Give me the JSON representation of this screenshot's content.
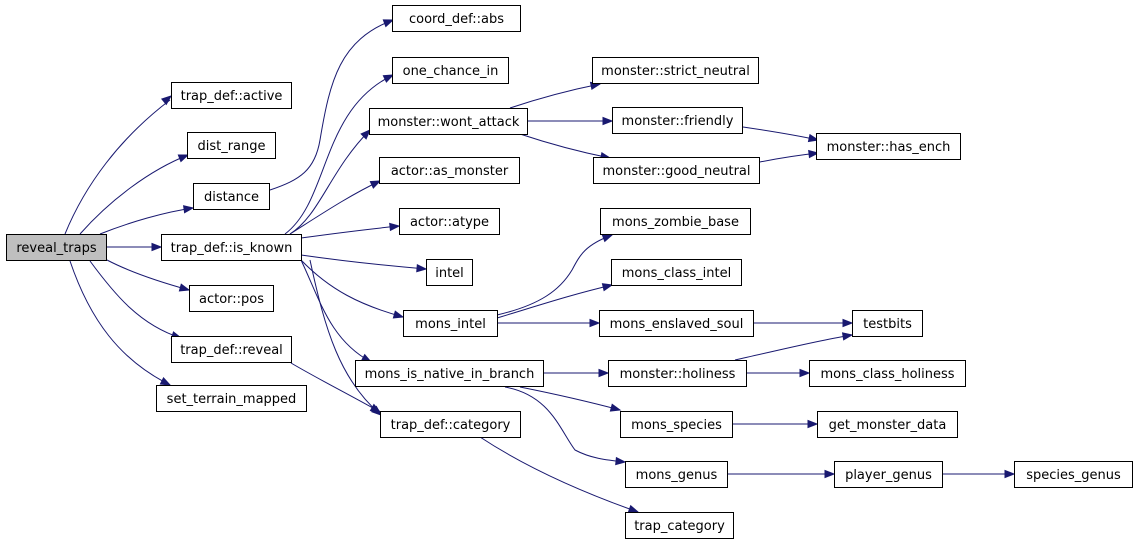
{
  "colors": {
    "edge": "#191970",
    "node_border": "#000000",
    "node_fill": "#ffffff",
    "root_fill": "#bfbfbf"
  },
  "nodes": {
    "reveal_traps": "reveal_traps",
    "trap_def_active": "trap_def::active",
    "dist_range": "dist_range",
    "distance": "distance",
    "trap_def_is_known": "trap_def::is_known",
    "actor_pos": "actor::pos",
    "trap_def_reveal": "trap_def::reveal",
    "set_terrain_mapped": "set_terrain_mapped",
    "coord_def_abs": "coord_def::abs",
    "one_chance_in": "one_chance_in",
    "monster_wont_attack": "monster::wont_attack",
    "actor_as_monster": "actor::as_monster",
    "actor_atype": "actor::atype",
    "intel": "intel",
    "mons_intel": "mons_intel",
    "mons_is_native_in_branch": "mons_is_native_in_branch",
    "trap_def_category": "trap_def::category",
    "monster_strict_neutral": "monster::strict_neutral",
    "monster_friendly": "monster::friendly",
    "monster_good_neutral": "monster::good_neutral",
    "monster_has_ench": "monster::has_ench",
    "mons_zombie_base": "mons_zombie_base",
    "mons_class_intel": "mons_class_intel",
    "mons_enslaved_soul": "mons_enslaved_soul",
    "testbits": "testbits",
    "monster_holiness": "monster::holiness",
    "mons_class_holiness": "mons_class_holiness",
    "mons_species": "mons_species",
    "get_monster_data": "get_monster_data",
    "mons_genus": "mons_genus",
    "player_genus": "player_genus",
    "species_genus": "species_genus",
    "trap_category": "trap_category"
  }
}
